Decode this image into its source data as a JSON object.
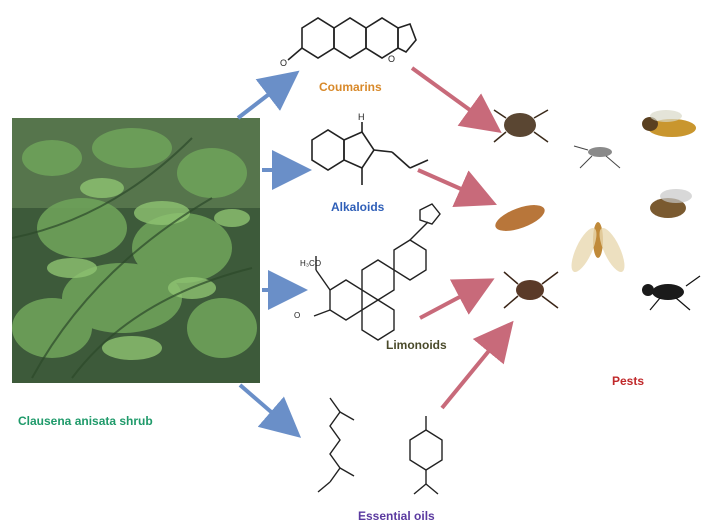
{
  "plant": {
    "label": "Clausena anisata shrub",
    "color": "#1f9a6a"
  },
  "compounds": [
    {
      "name": "Coumarins",
      "color": "#d8892a"
    },
    {
      "name": "Alkaloids",
      "color": "#2f5fb8"
    },
    {
      "name": "Limonoids",
      "color": "#4a4a2a"
    },
    {
      "name": "Essential oils",
      "color": "#5b3aa0"
    }
  ],
  "pests": {
    "label": "Pests",
    "color": "#c0282a"
  },
  "colors": {
    "blue_arrow": "#6a8fc8",
    "pink_arrow": "#c86a7a"
  }
}
